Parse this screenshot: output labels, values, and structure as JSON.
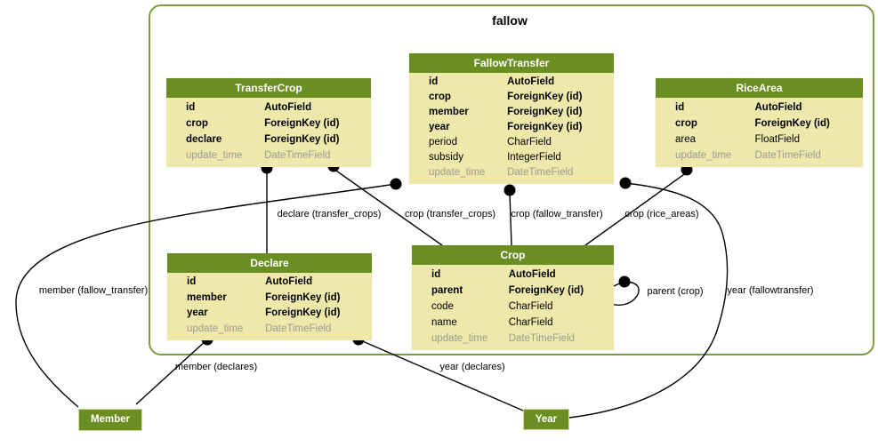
{
  "app": {
    "title": "fallow"
  },
  "colors": {
    "header_bg": "#6b8e23",
    "body_bg": "#eee8aa",
    "frame_border": "#7e9c3e",
    "edge": "#000000",
    "muted_text": "#9b9b94"
  },
  "tables": [
    {
      "name": "TransferCrop",
      "fields": [
        {
          "name": "id",
          "type": "AutoField"
        },
        {
          "name": "crop",
          "type": "ForeignKey (id)"
        },
        {
          "name": "declare",
          "type": "ForeignKey (id)"
        },
        {
          "name": "update_time",
          "type": "DateTimeField"
        }
      ]
    },
    {
      "name": "FallowTransfer",
      "fields": [
        {
          "name": "id",
          "type": "AutoField"
        },
        {
          "name": "crop",
          "type": "ForeignKey (id)"
        },
        {
          "name": "member",
          "type": "ForeignKey (id)"
        },
        {
          "name": "year",
          "type": "ForeignKey (id)"
        },
        {
          "name": "period",
          "type": "CharField"
        },
        {
          "name": "subsidy",
          "type": "IntegerField"
        },
        {
          "name": "update_time",
          "type": "DateTimeField"
        }
      ]
    },
    {
      "name": "RiceArea",
      "fields": [
        {
          "name": "id",
          "type": "AutoField"
        },
        {
          "name": "crop",
          "type": "ForeignKey (id)"
        },
        {
          "name": "area",
          "type": "FloatField"
        },
        {
          "name": "update_time",
          "type": "DateTimeField"
        }
      ]
    },
    {
      "name": "Declare",
      "fields": [
        {
          "name": "id",
          "type": "AutoField"
        },
        {
          "name": "member",
          "type": "ForeignKey (id)"
        },
        {
          "name": "year",
          "type": "ForeignKey (id)"
        },
        {
          "name": "update_time",
          "type": "DateTimeField"
        }
      ]
    },
    {
      "name": "Crop",
      "fields": [
        {
          "name": "id",
          "type": "AutoField"
        },
        {
          "name": "parent",
          "type": "ForeignKey (id)"
        },
        {
          "name": "code",
          "type": "CharField"
        },
        {
          "name": "name",
          "type": "CharField"
        },
        {
          "name": "update_time",
          "type": "DateTimeField"
        }
      ]
    }
  ],
  "external_models": [
    {
      "name": "Member"
    },
    {
      "name": "Year"
    }
  ],
  "edges": [
    {
      "label": "declare (transfer_crops)",
      "from": "TransferCrop",
      "to": "Declare"
    },
    {
      "label": "crop (transfer_crops)",
      "from": "TransferCrop",
      "to": "Crop"
    },
    {
      "label": "crop (fallow_transfer)",
      "from": "FallowTransfer",
      "to": "Crop"
    },
    {
      "label": "crop (rice_areas)",
      "from": "RiceArea",
      "to": "Crop"
    },
    {
      "label": "member (fallow_transfer)",
      "from": "FallowTransfer",
      "to": "Member"
    },
    {
      "label": "year (fallowtransfer)",
      "from": "FallowTransfer",
      "to": "Year"
    },
    {
      "label": "parent (crop)",
      "from": "Crop",
      "to": "Crop"
    },
    {
      "label": "member (declares)",
      "from": "Declare",
      "to": "Member"
    },
    {
      "label": "year (declares)",
      "from": "Declare",
      "to": "Year"
    }
  ]
}
